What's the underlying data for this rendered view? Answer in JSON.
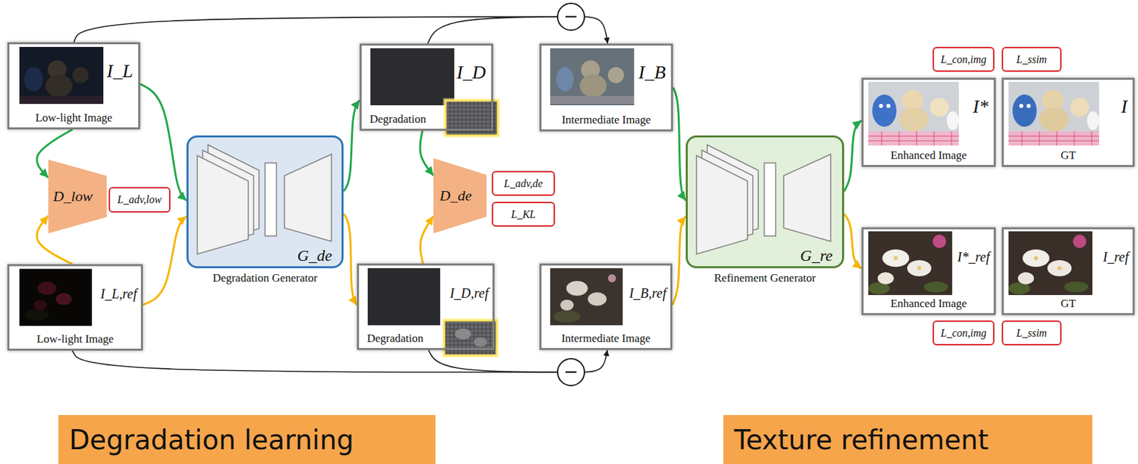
{
  "diagram": {
    "nodes": [
      {
        "text": [
          "I_L",
          "Low-light Image"
        ]
      },
      {
        "text": [
          "−"
        ]
      },
      {
        "text": [
          "I_D",
          "Degradation"
        ]
      },
      {
        "text": [
          "I_B",
          "Intermediate Image"
        ]
      },
      {
        "text": [
          "L_con,img"
        ]
      },
      {
        "text": [
          "L_ssim"
        ]
      },
      {
        "text": [
          "I*",
          "Enhanced Image"
        ]
      },
      {
        "text": [
          "I",
          "GT"
        ]
      },
      {
        "text": [
          "D_low"
        ]
      },
      {
        "text": [
          "L_adv,low"
        ]
      },
      {
        "text": [
          "G_de",
          "Degradation Generator"
        ]
      },
      {
        "text": [
          "D_de"
        ]
      },
      {
        "text": [
          "L_adv,de"
        ]
      },
      {
        "text": [
          "L_KL"
        ]
      },
      {
        "text": [
          "G_re",
          "Refinement Generator"
        ]
      },
      {
        "text": [
          "I*_ref",
          "Enhanced Image"
        ]
      },
      {
        "text": [
          "I_ref",
          "GT"
        ]
      },
      {
        "text": [
          "I_L,ref",
          "Low-light Image"
        ]
      },
      {
        "text": [
          "I_D,ref",
          "Degradation"
        ]
      },
      {
        "text": [
          "I_B,ref",
          "Intermediate Image"
        ]
      },
      {
        "text": [
          "L_con,img"
        ]
      },
      {
        "text": [
          "L_ssim"
        ]
      },
      {
        "text": [
          "−"
        ]
      },
      {
        "text": [
          "Degradation learning"
        ]
      },
      {
        "text": [
          "Texture refinement"
        ]
      }
    ],
    "edges": [
      {
        "from": 0,
        "to": 8,
        "arrow": "to"
      },
      {
        "from": 0,
        "to": 10,
        "arrow": "to"
      },
      {
        "from": 17,
        "to": 8,
        "arrow": "to"
      },
      {
        "from": 17,
        "to": 10,
        "arrow": "to"
      },
      {
        "from": 10,
        "to": 2,
        "arrow": "to"
      },
      {
        "from": 10,
        "to": 18,
        "arrow": "to"
      },
      {
        "from": 2,
        "to": 11,
        "arrow": "to"
      },
      {
        "from": 18,
        "to": 11,
        "arrow": "to"
      },
      {
        "from": 0,
        "to": 1,
        "arrow": "none"
      },
      {
        "from": 2,
        "to": 1,
        "arrow": "none"
      },
      {
        "from": 1,
        "to": 3,
        "arrow": "to"
      },
      {
        "from": 17,
        "to": 22,
        "arrow": "none"
      },
      {
        "from": 18,
        "to": 22,
        "arrow": "none"
      },
      {
        "from": 22,
        "to": 19,
        "arrow": "to"
      },
      {
        "from": 3,
        "to": 14,
        "arrow": "to"
      },
      {
        "from": 19,
        "to": 14,
        "arrow": "to"
      },
      {
        "from": 14,
        "to": 6,
        "arrow": "to"
      },
      {
        "from": 14,
        "to": 15,
        "arrow": "to"
      }
    ]
  }
}
